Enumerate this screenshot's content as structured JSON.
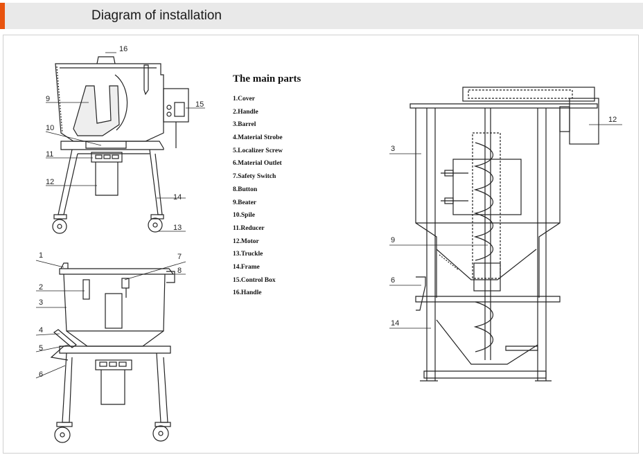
{
  "header": {
    "title": "Diagram of installation",
    "accent_color": "#e8530e",
    "bar_color": "#e9e9e9"
  },
  "parts_list": {
    "title": "The main parts",
    "items": [
      "1.Cover",
      "2.Handle",
      "3.Barrel",
      "4.Material Strobe",
      "5.Localizer Screw",
      "6.Material Outlet",
      "7.Safety Switch",
      "8.Button",
      "9.Beater",
      "10.Spile",
      "11.Reducer",
      "12.Motor",
      "13.Truckle",
      "14.Frame",
      "15.Control Box",
      "16.Handle"
    ]
  },
  "callouts": {
    "top_left": [
      "16",
      "9",
      "10",
      "11",
      "12",
      "14",
      "13",
      "15"
    ],
    "bottom_left": [
      "1",
      "2",
      "3",
      "4",
      "5",
      "6",
      "7",
      "8"
    ],
    "right": [
      "3",
      "9",
      "6",
      "14",
      "12"
    ]
  }
}
